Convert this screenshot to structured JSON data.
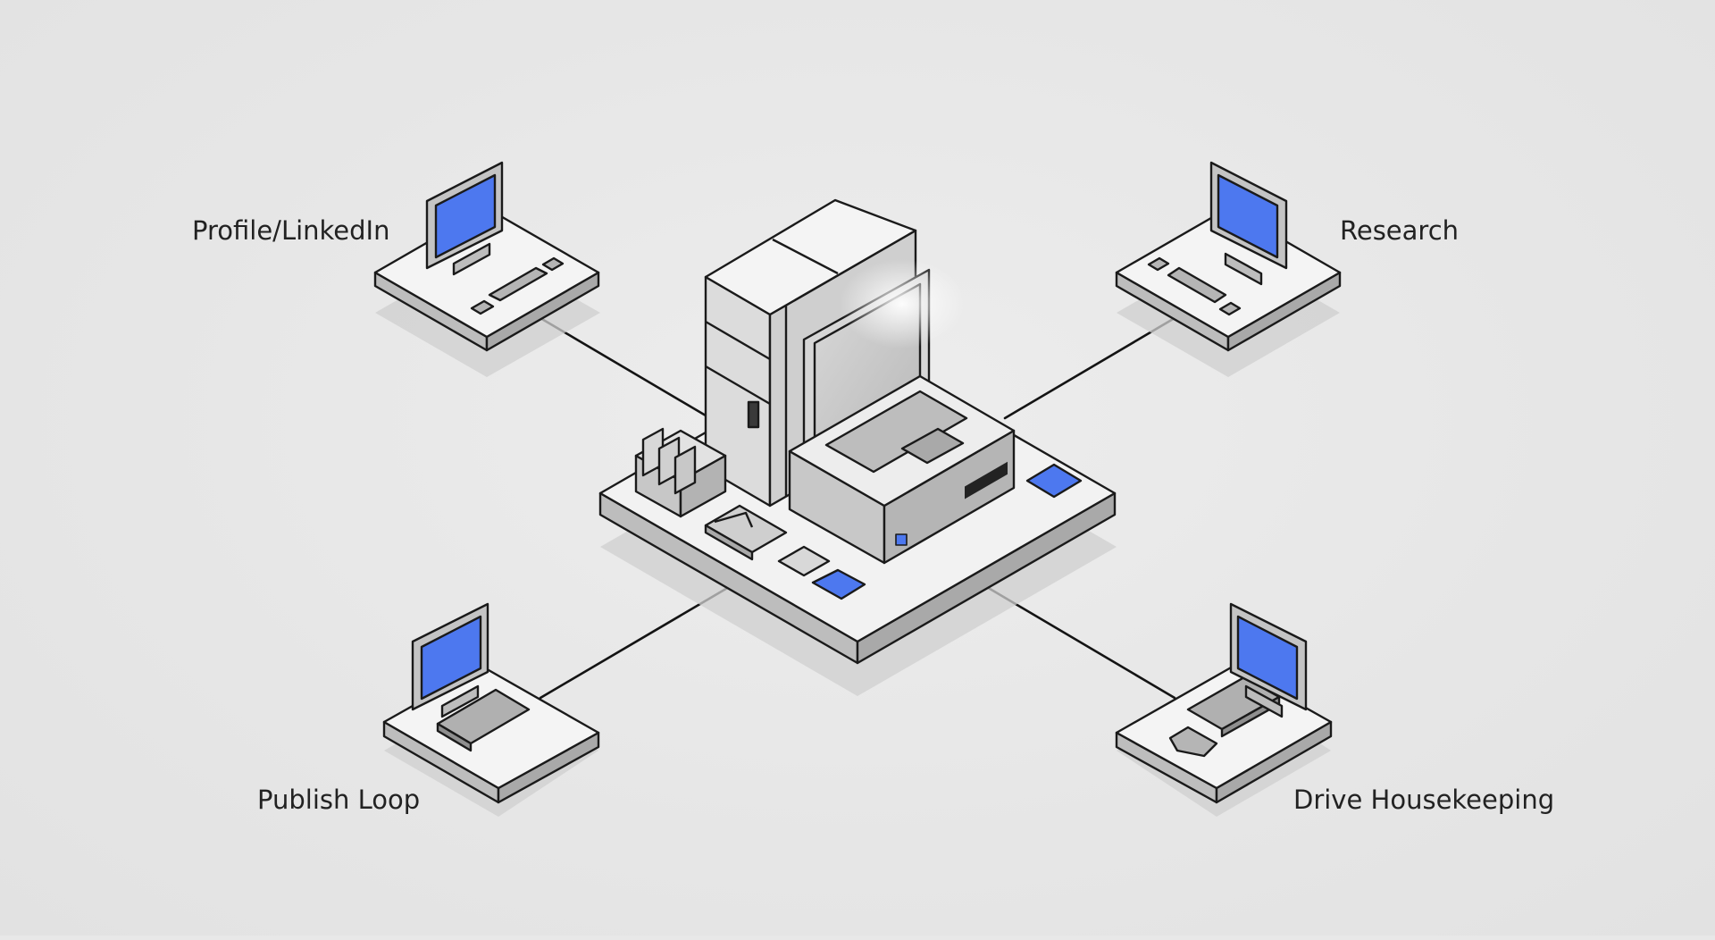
{
  "colors": {
    "background": "#e8e8e8",
    "accent_screen": "#4d78ef",
    "outline": "#1a1a1a",
    "surface_top": "#f4f4f4",
    "surface_side": "#bdbdbd"
  },
  "hub": {
    "name": "central-workstation",
    "icons": [
      "server-tower-icon",
      "monitor-icon",
      "file-box-icon",
      "envelope-icon",
      "phone-icon",
      "usb-drive-icon"
    ]
  },
  "nodes": [
    {
      "id": "profile",
      "label": "Profile/LinkedIn",
      "icon": "desktop-monitor-icon"
    },
    {
      "id": "research",
      "label": "Research",
      "icon": "desktop-monitor-icon"
    },
    {
      "id": "publish",
      "label": "Publish Loop",
      "icon": "desktop-monitor-icon"
    },
    {
      "id": "drive",
      "label": "Drive Housekeeping",
      "icon": "desktop-monitor-icon"
    }
  ],
  "edges": [
    {
      "from": "hub",
      "to": "profile"
    },
    {
      "from": "hub",
      "to": "research"
    },
    {
      "from": "hub",
      "to": "publish"
    },
    {
      "from": "hub",
      "to": "drive"
    }
  ]
}
